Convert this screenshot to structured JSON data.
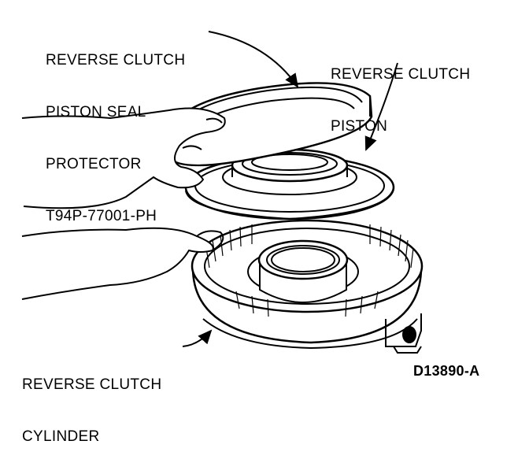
{
  "labels": {
    "seal_protector": [
      "REVERSE CLUTCH",
      "PISTON SEAL",
      "PROTECTOR",
      "T94P-77001-PH"
    ],
    "piston": [
      "REVERSE CLUTCH",
      "PISTON"
    ],
    "cylinder": [
      "REVERSE CLUTCH",
      "CYLINDER"
    ]
  },
  "figure_code": "D13890-A",
  "colors": {
    "ink": "#000000",
    "paper": "#ffffff"
  }
}
